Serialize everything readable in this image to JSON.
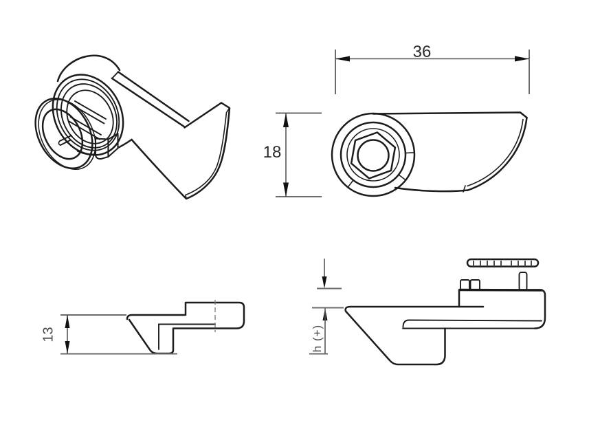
{
  "drawing": {
    "background": "#ffffff",
    "stroke_color": "#1c1c1c",
    "extension_color": "#6b6b6b",
    "dimension_color": "#555555",
    "labels": {
      "width": "36",
      "height": "18",
      "lever_height": "13",
      "grip_height": "h (+)"
    }
  }
}
